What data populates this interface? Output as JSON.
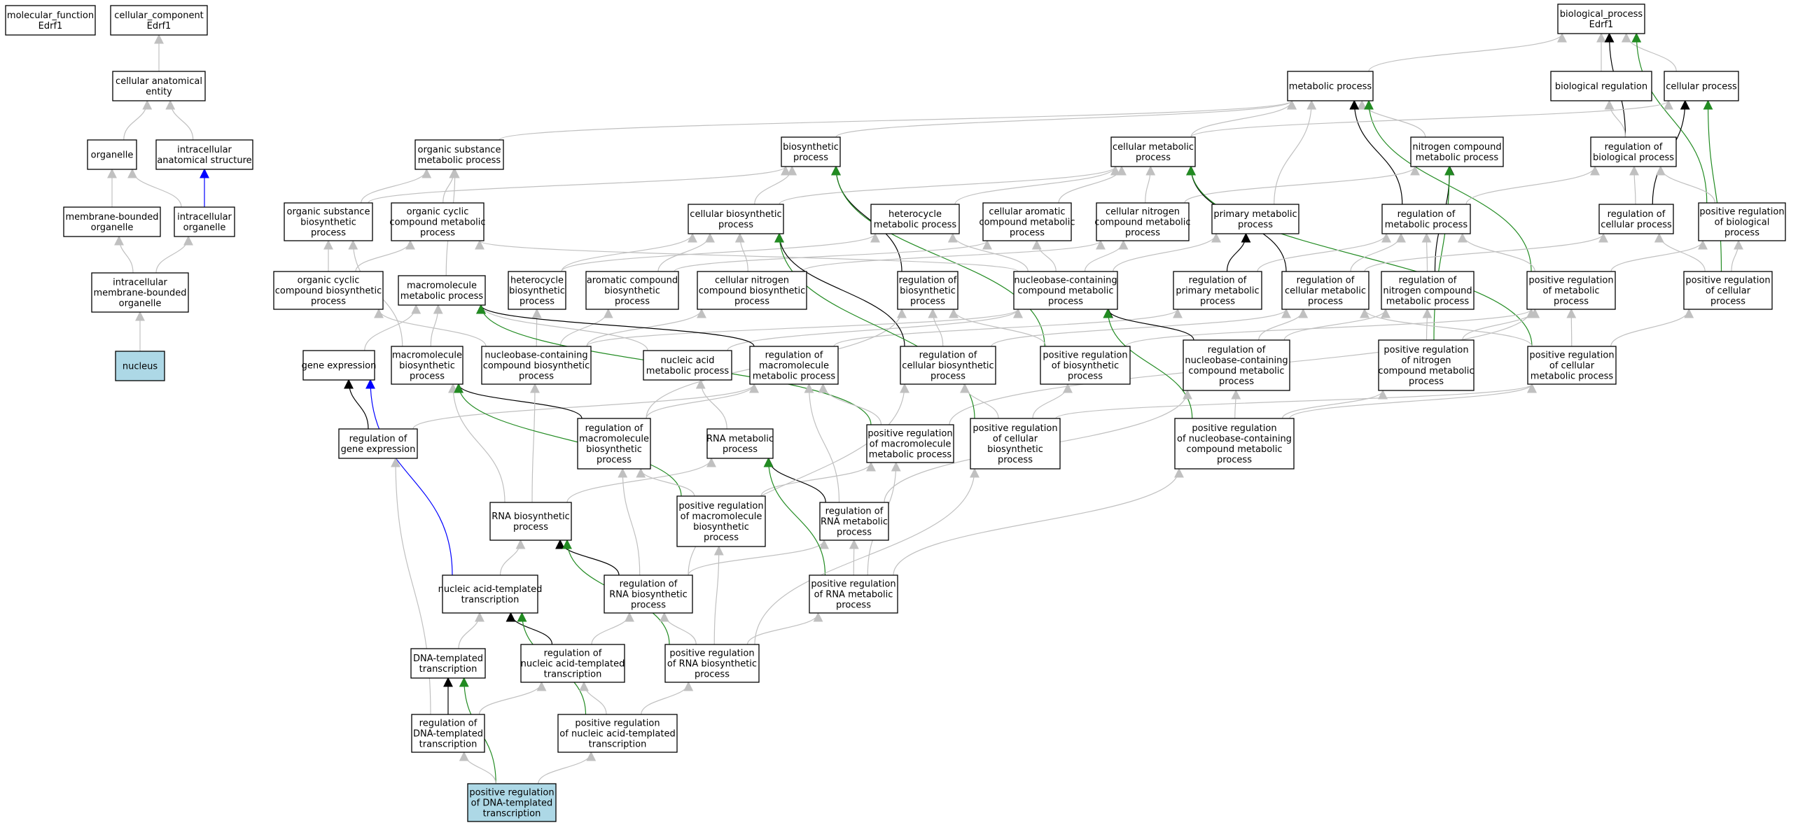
{
  "colors": {
    "gray": "#c0c0c0",
    "black": "#000000",
    "green": "#228b22",
    "blue": "#0000ff",
    "highlight": "#add8e6"
  },
  "nodes": {
    "mf": {
      "lines": [
        "molecular_function",
        "Edrf1"
      ]
    },
    "cc": {
      "lines": [
        "cellular_component",
        "Edrf1"
      ]
    },
    "cae": {
      "lines": [
        "cellular anatomical",
        "entity"
      ]
    },
    "org": {
      "lines": [
        "organelle"
      ]
    },
    "ias": {
      "lines": [
        "intracellular",
        "anatomical structure"
      ]
    },
    "mbo": {
      "lines": [
        "membrane-bounded",
        "organelle"
      ]
    },
    "io": {
      "lines": [
        "intracellular",
        "organelle"
      ]
    },
    "imbo": {
      "lines": [
        "intracellular",
        "membrane-bounded",
        "organelle"
      ]
    },
    "nuc": {
      "lines": [
        "nucleus"
      ],
      "highlight": true
    },
    "bp": {
      "lines": [
        "biological_process",
        "Edrf1"
      ]
    },
    "breg": {
      "lines": [
        "biological regulation"
      ]
    },
    "cp": {
      "lines": [
        "cellular process"
      ]
    },
    "mp": {
      "lines": [
        "metabolic process"
      ]
    },
    "osmp": {
      "lines": [
        "organic substance",
        "metabolic process"
      ]
    },
    "bsp": {
      "lines": [
        "biosynthetic",
        "process"
      ]
    },
    "cmp": {
      "lines": [
        "cellular metabolic",
        "process"
      ]
    },
    "ncmp": {
      "lines": [
        "nitrogen compound",
        "metabolic process"
      ]
    },
    "rbp": {
      "lines": [
        "regulation of",
        "biological process"
      ]
    },
    "osbp": {
      "lines": [
        "organic substance",
        "biosynthetic",
        "process"
      ]
    },
    "occmp": {
      "lines": [
        "organic cyclic",
        "compound metabolic",
        "process"
      ]
    },
    "cbp": {
      "lines": [
        "cellular biosynthetic",
        "process"
      ]
    },
    "hmp": {
      "lines": [
        "heterocycle",
        "metabolic process"
      ]
    },
    "cacmp": {
      "lines": [
        "cellular aromatic",
        "compound metabolic",
        "process"
      ]
    },
    "cncmp": {
      "lines": [
        "cellular nitrogen",
        "compound metabolic",
        "process"
      ]
    },
    "pmp": {
      "lines": [
        "primary metabolic",
        "process"
      ]
    },
    "rmp": {
      "lines": [
        "regulation of",
        "metabolic process"
      ]
    },
    "rcp": {
      "lines": [
        "regulation of",
        "cellular process"
      ]
    },
    "prbp": {
      "lines": [
        "positive regulation",
        "of biological",
        "process"
      ]
    },
    "occbp": {
      "lines": [
        "organic cyclic",
        "compound biosynthetic",
        "process"
      ]
    },
    "mmp": {
      "lines": [
        "macromolecule",
        "metabolic process"
      ]
    },
    "hbp": {
      "lines": [
        "heterocycle",
        "biosynthetic",
        "process"
      ]
    },
    "acbp": {
      "lines": [
        "aromatic compound",
        "biosynthetic",
        "process"
      ]
    },
    "cncbp": {
      "lines": [
        "cellular nitrogen",
        "compound biosynthetic",
        "process"
      ]
    },
    "rbsp": {
      "lines": [
        "regulation of",
        "biosynthetic",
        "process"
      ]
    },
    "nbcmp": {
      "lines": [
        "nucleobase-containing",
        "compound metabolic",
        "process"
      ]
    },
    "rpmp": {
      "lines": [
        "regulation of",
        "primary metabolic",
        "process"
      ]
    },
    "rcmp": {
      "lines": [
        "regulation of",
        "cellular metabolic",
        "process"
      ]
    },
    "rncmp": {
      "lines": [
        "regulation of",
        "nitrogen compound",
        "metabolic process"
      ]
    },
    "prmp": {
      "lines": [
        "positive regulation",
        "of metabolic",
        "process"
      ]
    },
    "prcp": {
      "lines": [
        "positive regulation",
        "of cellular",
        "process"
      ]
    },
    "ge": {
      "lines": [
        "gene expression"
      ]
    },
    "mbp": {
      "lines": [
        "macromolecule",
        "biosynthetic",
        "process"
      ]
    },
    "nbcbp": {
      "lines": [
        "nucleobase-containing",
        "compound biosynthetic",
        "process"
      ]
    },
    "namp": {
      "lines": [
        "nucleic acid",
        "metabolic process"
      ]
    },
    "rmmp": {
      "lines": [
        "regulation of",
        "macromolecule",
        "metabolic process"
      ]
    },
    "rcbp": {
      "lines": [
        "regulation of",
        "cellular biosynthetic",
        "process"
      ]
    },
    "prbsp": {
      "lines": [
        "positive regulation",
        "of biosynthetic",
        "process"
      ]
    },
    "rnbcmp": {
      "lines": [
        "regulation of",
        "nucleobase-containing",
        "compound metabolic",
        "process"
      ]
    },
    "prncmp": {
      "lines": [
        "positive regulation",
        "of nitrogen",
        "compound metabolic",
        "process"
      ]
    },
    "prcmp": {
      "lines": [
        "positive regulation",
        "of cellular",
        "metabolic process"
      ]
    },
    "rge": {
      "lines": [
        "regulation of",
        "gene expression"
      ]
    },
    "rmbp": {
      "lines": [
        "regulation of",
        "macromolecule",
        "biosynthetic",
        "process"
      ]
    },
    "rnamp": {
      "lines": [
        "RNA metabolic",
        "process"
      ]
    },
    "prmmp": {
      "lines": [
        "positive regulation",
        "of macromolecule",
        "metabolic process"
      ]
    },
    "prcbp": {
      "lines": [
        "positive regulation",
        "of cellular",
        "biosynthetic",
        "process"
      ]
    },
    "prnbcmp": {
      "lines": [
        "positive regulation",
        "of nucleobase-containing",
        "compound metabolic",
        "process"
      ]
    },
    "rnabp": {
      "lines": [
        "RNA biosynthetic",
        "process"
      ]
    },
    "prmbp": {
      "lines": [
        "positive regulation",
        "of macromolecule",
        "biosynthetic",
        "process"
      ]
    },
    "rrnamp": {
      "lines": [
        "regulation of",
        "RNA metabolic",
        "process"
      ]
    },
    "natt": {
      "lines": [
        "nucleic acid-templated",
        "transcription"
      ]
    },
    "rrnabp": {
      "lines": [
        "regulation of",
        "RNA biosynthetic",
        "process"
      ]
    },
    "prrnamp": {
      "lines": [
        "positive regulation",
        "of RNA metabolic",
        "process"
      ]
    },
    "dtt": {
      "lines": [
        "DNA-templated",
        "transcription"
      ]
    },
    "rnatt": {
      "lines": [
        "regulation of",
        "nucleic acid-templated",
        "transcription"
      ]
    },
    "prrnabp": {
      "lines": [
        "positive regulation",
        "of RNA biosynthetic",
        "process"
      ]
    },
    "rdtt": {
      "lines": [
        "regulation of",
        "DNA-templated",
        "transcription"
      ]
    },
    "prnatt": {
      "lines": [
        "positive regulation",
        "of nucleic acid-templated",
        "transcription"
      ]
    },
    "prdtt": {
      "lines": [
        "positive regulation",
        "of DNA-templated",
        "transcription"
      ],
      "highlight": true
    }
  },
  "edges": [
    [
      "cae",
      "cc",
      "gray"
    ],
    [
      "org",
      "cae",
      "gray"
    ],
    [
      "ias",
      "cae",
      "gray"
    ],
    [
      "mbo",
      "org",
      "gray"
    ],
    [
      "io",
      "org",
      "gray"
    ],
    [
      "io",
      "ias",
      "blue"
    ],
    [
      "imbo",
      "mbo",
      "gray"
    ],
    [
      "imbo",
      "io",
      "gray"
    ],
    [
      "nuc",
      "imbo",
      "gray"
    ],
    [
      "breg",
      "bp",
      "gray"
    ],
    [
      "cp",
      "bp",
      "gray"
    ],
    [
      "mp",
      "bp",
      "gray"
    ],
    [
      "rbp",
      "bp",
      "black"
    ],
    [
      "prbp",
      "bp",
      "green"
    ],
    [
      "osmp",
      "mp",
      "gray"
    ],
    [
      "bsp",
      "mp",
      "gray"
    ],
    [
      "cmp",
      "mp",
      "gray"
    ],
    [
      "ncmp",
      "mp",
      "gray"
    ],
    [
      "rmp",
      "mp",
      "black"
    ],
    [
      "prmp",
      "mp",
      "green"
    ],
    [
      "cmp",
      "cp",
      "gray"
    ],
    [
      "rbp",
      "breg",
      "gray"
    ],
    [
      "rcp",
      "cp",
      "black"
    ],
    [
      "prcp",
      "cp",
      "green"
    ],
    [
      "rcp",
      "rbp",
      "gray"
    ],
    [
      "prbp",
      "rbp",
      "gray"
    ],
    [
      "prcp",
      "prbp",
      "gray"
    ],
    [
      "rmp",
      "rbp",
      "gray"
    ],
    [
      "osbp",
      "osmp",
      "gray"
    ],
    [
      "osbp",
      "bsp",
      "gray"
    ],
    [
      "occmp",
      "osmp",
      "gray"
    ],
    [
      "mmp",
      "osmp",
      "gray"
    ],
    [
      "cbp",
      "bsp",
      "gray"
    ],
    [
      "cbp",
      "cmp",
      "gray"
    ],
    [
      "hmp",
      "cmp",
      "gray"
    ],
    [
      "cacmp",
      "cmp",
      "gray"
    ],
    [
      "cncmp",
      "cmp",
      "gray"
    ],
    [
      "cncmp",
      "ncmp",
      "gray"
    ],
    [
      "pmp",
      "mp",
      "gray"
    ],
    [
      "rcmp",
      "cmp",
      "black"
    ],
    [
      "prcmp",
      "cmp",
      "green"
    ],
    [
      "rncmp",
      "ncmp",
      "black"
    ],
    [
      "prncmp",
      "ncmp",
      "green"
    ],
    [
      "rbsp",
      "bsp",
      "black"
    ],
    [
      "prbsp",
      "bsp",
      "green"
    ],
    [
      "occbp",
      "osbp",
      "gray"
    ],
    [
      "occbp",
      "occmp",
      "gray"
    ],
    [
      "hbp",
      "hmp",
      "gray"
    ],
    [
      "hbp",
      "cbp",
      "gray"
    ],
    [
      "acbp",
      "cacmp",
      "gray"
    ],
    [
      "acbp",
      "cbp",
      "gray"
    ],
    [
      "cncbp",
      "cbp",
      "gray"
    ],
    [
      "cncbp",
      "cncmp",
      "gray"
    ],
    [
      "nbcmp",
      "hmp",
      "gray"
    ],
    [
      "nbcmp",
      "cacmp",
      "gray"
    ],
    [
      "nbcmp",
      "cncmp",
      "gray"
    ],
    [
      "nbcmp",
      "occmp",
      "gray"
    ],
    [
      "nbcmp",
      "pmp",
      "gray"
    ],
    [
      "rpmp",
      "pmp",
      "black"
    ],
    [
      "rpmp",
      "rmp",
      "gray"
    ],
    [
      "rcmp",
      "rmp",
      "gray"
    ],
    [
      "rcmp",
      "rcp",
      "gray"
    ],
    [
      "rncmp",
      "rmp",
      "gray"
    ],
    [
      "prmp",
      "rmp",
      "gray"
    ],
    [
      "prmp",
      "prbp",
      "gray"
    ],
    [
      "prcp",
      "rcp",
      "gray"
    ],
    [
      "ge",
      "mmp",
      "gray"
    ],
    [
      "mbp",
      "mmp",
      "gray"
    ],
    [
      "mbp",
      "osbp",
      "gray"
    ],
    [
      "nbcbp",
      "occbp",
      "gray"
    ],
    [
      "nbcbp",
      "hbp",
      "gray"
    ],
    [
      "nbcbp",
      "acbp",
      "gray"
    ],
    [
      "nbcbp",
      "cncbp",
      "gray"
    ],
    [
      "nbcbp",
      "nbcmp",
      "gray"
    ],
    [
      "namp",
      "nbcmp",
      "gray"
    ],
    [
      "namp",
      "mmp",
      "gray"
    ],
    [
      "rmmp",
      "mmp",
      "black"
    ],
    [
      "rmmp",
      "rpmp",
      "gray"
    ],
    [
      "rcbp",
      "cbp",
      "black"
    ],
    [
      "rcbp",
      "rbsp",
      "gray"
    ],
    [
      "rcbp",
      "rcmp",
      "gray"
    ],
    [
      "prbsp",
      "rbsp",
      "gray"
    ],
    [
      "prbsp",
      "prmp",
      "gray"
    ],
    [
      "rnbcmp",
      "nbcmp",
      "black"
    ],
    [
      "rnbcmp",
      "rcmp",
      "gray"
    ],
    [
      "rnbcmp",
      "rncmp",
      "gray"
    ],
    [
      "prncmp",
      "prmp",
      "gray"
    ],
    [
      "prncmp",
      "rncmp",
      "gray"
    ],
    [
      "prcmp",
      "prmp",
      "gray"
    ],
    [
      "prcmp",
      "rcmp",
      "gray"
    ],
    [
      "prcmp",
      "prcp",
      "gray"
    ],
    [
      "rge",
      "ge",
      "black"
    ],
    [
      "rge",
      "rmmp",
      "gray"
    ],
    [
      "rmbp",
      "mbp",
      "black"
    ],
    [
      "rmbp",
      "rmmp",
      "gray"
    ],
    [
      "rmbp",
      "rbsp",
      "gray"
    ],
    [
      "rnamp",
      "namp",
      "gray"
    ],
    [
      "prmmp",
      "mmp",
      "green"
    ],
    [
      "prmmp",
      "rmmp",
      "gray"
    ],
    [
      "prmmp",
      "prmp",
      "gray"
    ],
    [
      "prcbp",
      "cbp",
      "green"
    ],
    [
      "prcbp",
      "rcbp",
      "gray"
    ],
    [
      "prcbp",
      "prbsp",
      "gray"
    ],
    [
      "prcbp",
      "prcmp",
      "gray"
    ],
    [
      "prnbcmp",
      "nbcmp",
      "green"
    ],
    [
      "prnbcmp",
      "rnbcmp",
      "gray"
    ],
    [
      "prnbcmp",
      "prncmp",
      "gray"
    ],
    [
      "prnbcmp",
      "prcmp",
      "gray"
    ],
    [
      "rnabp",
      "mbp",
      "gray"
    ],
    [
      "rnabp",
      "nbcbp",
      "gray"
    ],
    [
      "rnabp",
      "rnamp",
      "gray"
    ],
    [
      "prmbp",
      "mbp",
      "green"
    ],
    [
      "prmbp",
      "rmbp",
      "gray"
    ],
    [
      "prmbp",
      "prmmp",
      "gray"
    ],
    [
      "rrnamp",
      "rnamp",
      "black"
    ],
    [
      "rrnamp",
      "rmmp",
      "gray"
    ],
    [
      "rrnamp",
      "rnbcmp",
      "gray"
    ],
    [
      "natt",
      "rnabp",
      "gray"
    ],
    [
      "natt",
      "ge",
      "blue"
    ],
    [
      "rrnabp",
      "rnabp",
      "black"
    ],
    [
      "rrnabp",
      "rrnamp",
      "gray"
    ],
    [
      "rrnabp",
      "rmbp",
      "gray"
    ],
    [
      "rrnabp",
      "rcbp",
      "gray"
    ],
    [
      "prrnamp",
      "rnamp",
      "green"
    ],
    [
      "prrnamp",
      "rrnamp",
      "gray"
    ],
    [
      "prrnamp",
      "prmmp",
      "gray"
    ],
    [
      "prrnamp",
      "prnbcmp",
      "gray"
    ],
    [
      "dtt",
      "natt",
      "gray"
    ],
    [
      "rnatt",
      "natt",
      "black"
    ],
    [
      "rnatt",
      "rrnabp",
      "gray"
    ],
    [
      "prrnabp",
      "rnabp",
      "green"
    ],
    [
      "prrnabp",
      "rrnabp",
      "gray"
    ],
    [
      "prrnabp",
      "prmbp",
      "gray"
    ],
    [
      "prrnabp",
      "prrnamp",
      "gray"
    ],
    [
      "prrnabp",
      "prcbp",
      "gray"
    ],
    [
      "rdtt",
      "dtt",
      "black"
    ],
    [
      "rdtt",
      "rnatt",
      "gray"
    ],
    [
      "rdtt",
      "rge",
      "gray"
    ],
    [
      "prnatt",
      "natt",
      "green"
    ],
    [
      "prnatt",
      "rnatt",
      "gray"
    ],
    [
      "prnatt",
      "prrnabp",
      "gray"
    ],
    [
      "prdtt",
      "dtt",
      "green"
    ],
    [
      "prdtt",
      "rdtt",
      "gray"
    ],
    [
      "prdtt",
      "prnatt",
      "gray"
    ]
  ]
}
